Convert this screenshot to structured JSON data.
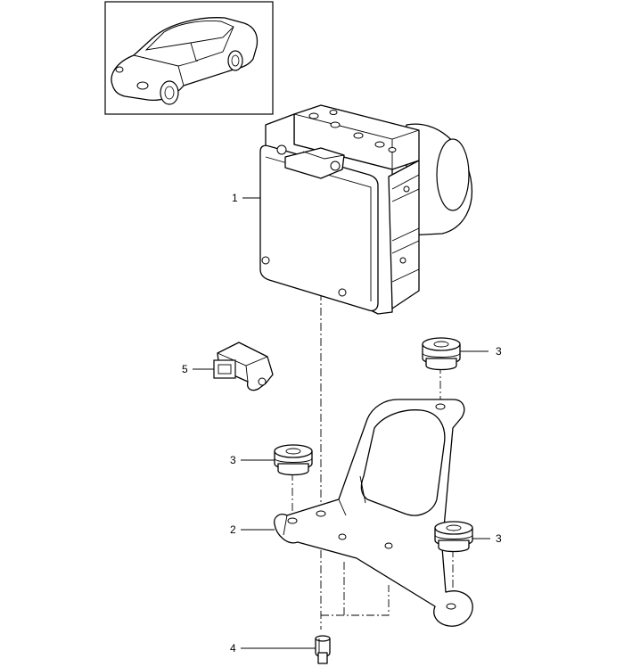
{
  "diagram": {
    "callouts": [
      {
        "id": "abs-unit",
        "label": "1"
      },
      {
        "id": "bracket",
        "label": "2"
      },
      {
        "id": "grommet-top",
        "label": "3"
      },
      {
        "id": "grommet-left",
        "label": "3"
      },
      {
        "id": "grommet-right",
        "label": "3"
      },
      {
        "id": "bolt",
        "label": "4"
      },
      {
        "id": "sensor",
        "label": "5"
      }
    ],
    "thumbnail": {
      "icon": "car-coupe-icon"
    },
    "colors": {
      "line": "#000000",
      "background": "#ffffff"
    }
  }
}
